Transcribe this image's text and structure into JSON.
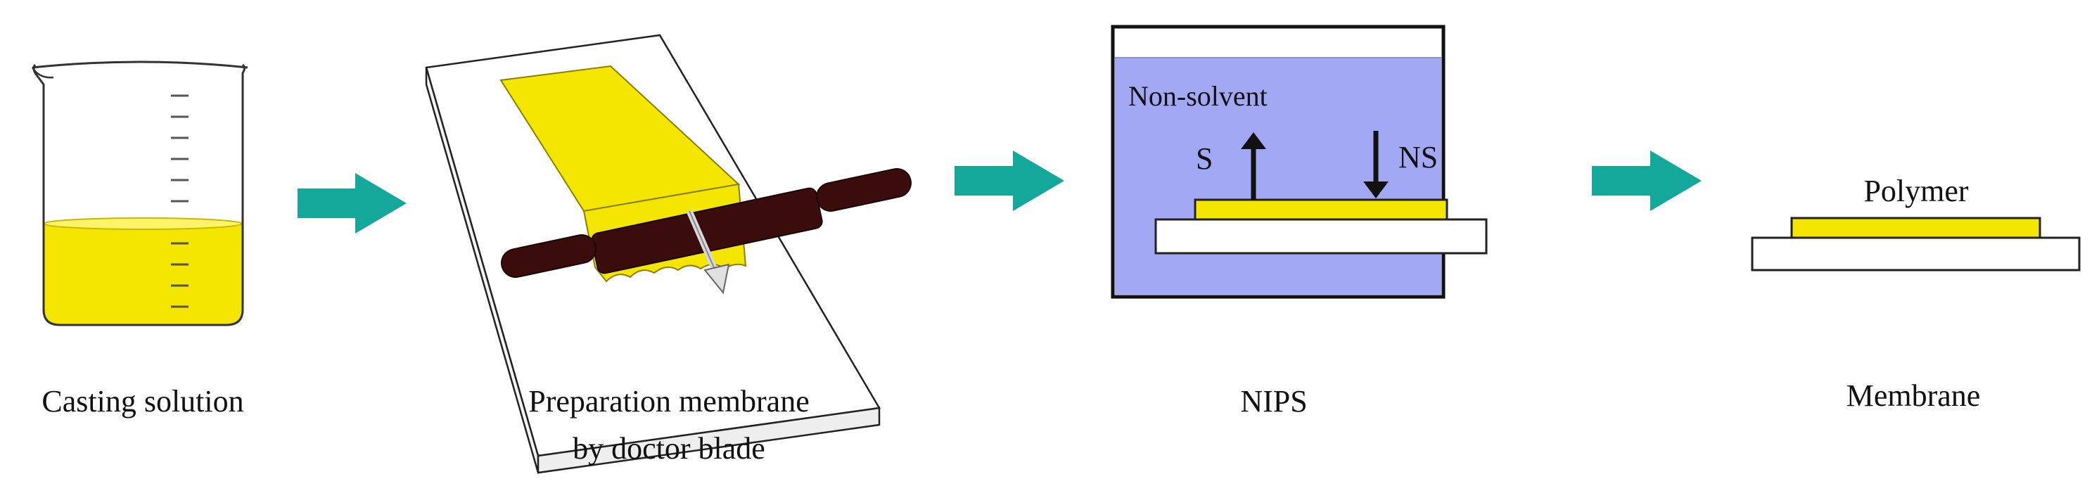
{
  "steps": [
    {
      "id": "casting",
      "caption_lines": [
        "Casting solution"
      ]
    },
    {
      "id": "doctor-blade",
      "caption_lines": [
        "Preparation membrane",
        "by doctor blade"
      ]
    },
    {
      "id": "nips",
      "caption_lines": [
        "NIPS"
      ]
    },
    {
      "id": "membrane",
      "caption_lines": [
        "Membrane"
      ]
    }
  ],
  "nips_panel": {
    "non_solvent_label": "Non-solvent",
    "solvent_label": "S",
    "nonsolvent_flux_label": "NS"
  },
  "membrane_panel": {
    "polymer_label": "Polymer"
  },
  "colors": {
    "polymer_yellow": "#f5e600",
    "bath_blue": "#a3a8f5",
    "arrow_teal": "#14a89a",
    "roller_brown": "#3b0c0c",
    "outline": "#1a1a1a"
  }
}
